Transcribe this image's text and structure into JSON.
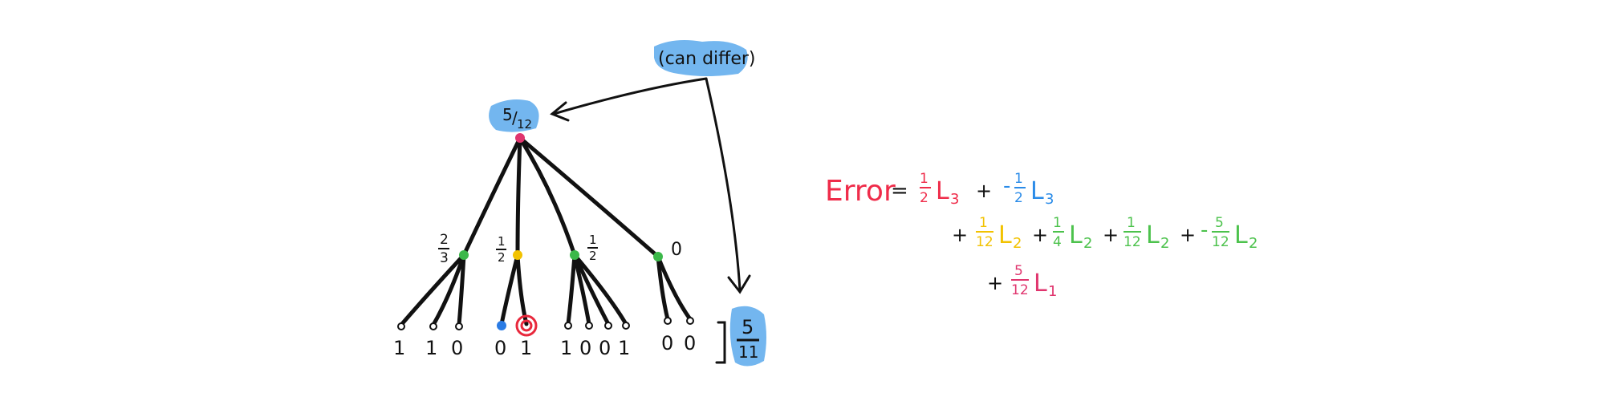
{
  "annotation": {
    "label": "(can differ)",
    "highlight_color": "#5aa9ec"
  },
  "root": {
    "label_num": "5",
    "label_den": "12",
    "node_color": "#e0356e"
  },
  "children": [
    {
      "label_num": "2",
      "label_den": "3",
      "node_color": "#3cb84a"
    },
    {
      "label_num": "1",
      "label_den": "2",
      "node_color": "#f2c200"
    },
    {
      "label_num": "1",
      "label_den": "2",
      "node_color": "#3cb84a"
    },
    {
      "label": "0",
      "node_color": "#3cb84a"
    }
  ],
  "leaves": {
    "group1": [
      "1",
      "1",
      "0"
    ],
    "group2": [
      "0",
      "1"
    ],
    "group3": [
      "1",
      "0",
      "0",
      "1"
    ],
    "group4": [
      "0",
      "0"
    ],
    "blue_leaf_color": "#2a7be4",
    "circled_leaf_color": "#e8283c"
  },
  "bracket_value": {
    "num": "5",
    "den": "11"
  },
  "equation": {
    "error_label": "Error",
    "equals": "=",
    "plus": "+",
    "line1": [
      {
        "sign": "",
        "num": "1",
        "den": "2",
        "term": "L",
        "sub": "3",
        "color": "#ef2c4a"
      },
      {
        "sign": "-",
        "num": "1",
        "den": "2",
        "term": "L",
        "sub": "3",
        "color": "#2a8be8"
      }
    ],
    "line2": [
      {
        "sign": "",
        "num": "1",
        "den": "12",
        "term": "L",
        "sub": "2",
        "color": "#f2c200"
      },
      {
        "sign": "",
        "num": "1",
        "den": "4",
        "term": "L",
        "sub": "2",
        "color": "#4cc24c"
      },
      {
        "sign": "",
        "num": "1",
        "den": "12",
        "term": "L",
        "sub": "2",
        "color": "#4cc24c"
      },
      {
        "sign": "-",
        "num": "5",
        "den": "12",
        "term": "L",
        "sub": "2",
        "color": "#4cc24c"
      }
    ],
    "line3": [
      {
        "sign": "",
        "num": "5",
        "den": "12",
        "term": "L",
        "sub": "1",
        "color": "#e0356e"
      }
    ],
    "error_color": "#ef2c4a"
  }
}
